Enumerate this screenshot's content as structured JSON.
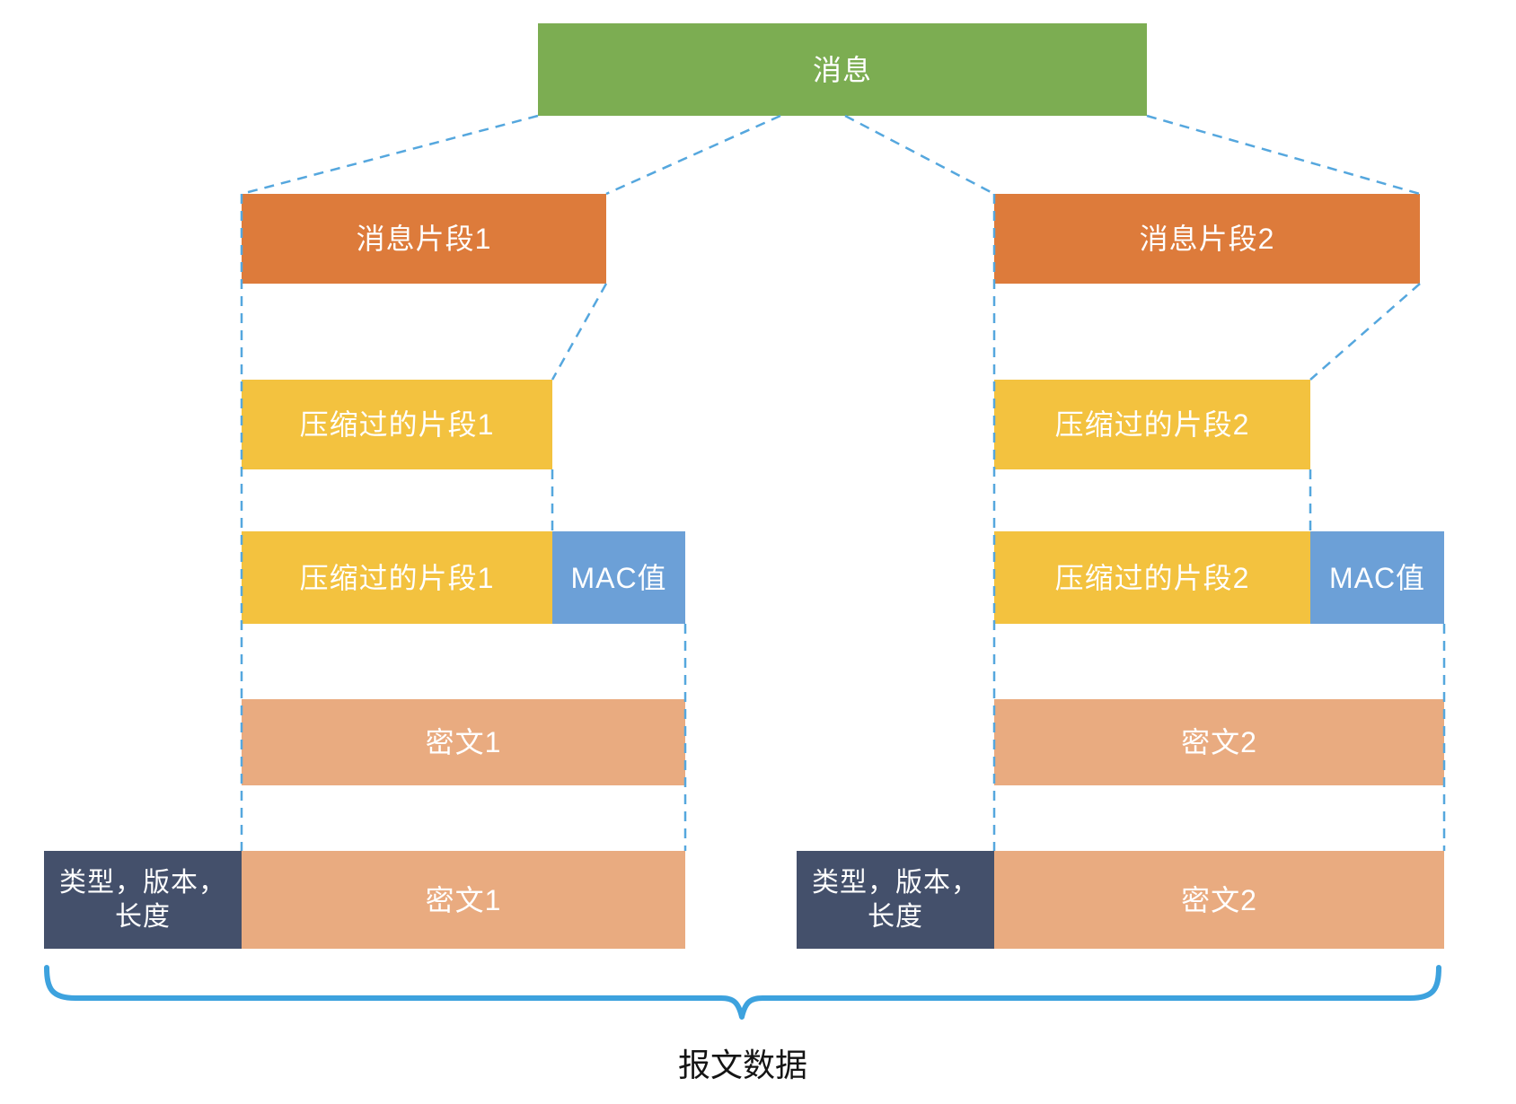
{
  "diagram": {
    "message_label": "消息",
    "columns": [
      {
        "fragment_label": "消息片段1",
        "compressed_label": "压缩过的片段1",
        "compressed_mac_label": "压缩过的片段1",
        "mac_label": "MAC值",
        "cipher_label": "密文1",
        "cipher_record_label": "密文1",
        "record_header_label": "类型，版本，\n长度"
      },
      {
        "fragment_label": "消息片段2",
        "compressed_label": "压缩过的片段2",
        "compressed_mac_label": "压缩过的片段2",
        "mac_label": "MAC值",
        "cipher_label": "密文2",
        "cipher_record_label": "密文2",
        "record_header_label": "类型，版本，\n长度"
      }
    ],
    "brace_label": "报文数据",
    "colors": {
      "message": "#7CAD52",
      "fragment": "#DD7B3B",
      "compressed": "#F3C23F",
      "mac": "#6CA0D7",
      "cipher": "#E9AB80",
      "record_header": "#44506B",
      "connector": "#55A7DE",
      "brace": "#3DA2DE"
    }
  }
}
